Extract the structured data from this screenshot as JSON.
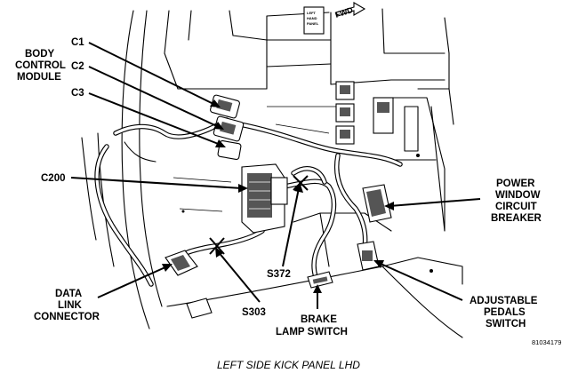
{
  "labels": {
    "body_control_module": [
      "BODY",
      "CONTROL",
      "MODULE"
    ],
    "c1": "C1",
    "c2": "C2",
    "c3": "C3",
    "c200": "C200",
    "data_link_connector": [
      "DATA",
      "LINK",
      "CONNECTOR"
    ],
    "s303": "S303",
    "s372": "S372",
    "brake_lamp_switch": [
      "BRAKE",
      "LAMP SWITCH"
    ],
    "power_window_circuit_breaker": [
      "POWER",
      "WINDOW",
      "CIRCUIT",
      "BREAKER"
    ],
    "adjustable_pedals_switch": [
      "ADJUSTABLE",
      "PEDALS",
      "SWITCH"
    ]
  },
  "fwd_arrow_label": "FWD",
  "panel_sticker": [
    "LEFT",
    "HAND",
    "PANEL"
  ],
  "figure_id": "81034179",
  "caption": "LEFT SIDE KICK PANEL LHD"
}
